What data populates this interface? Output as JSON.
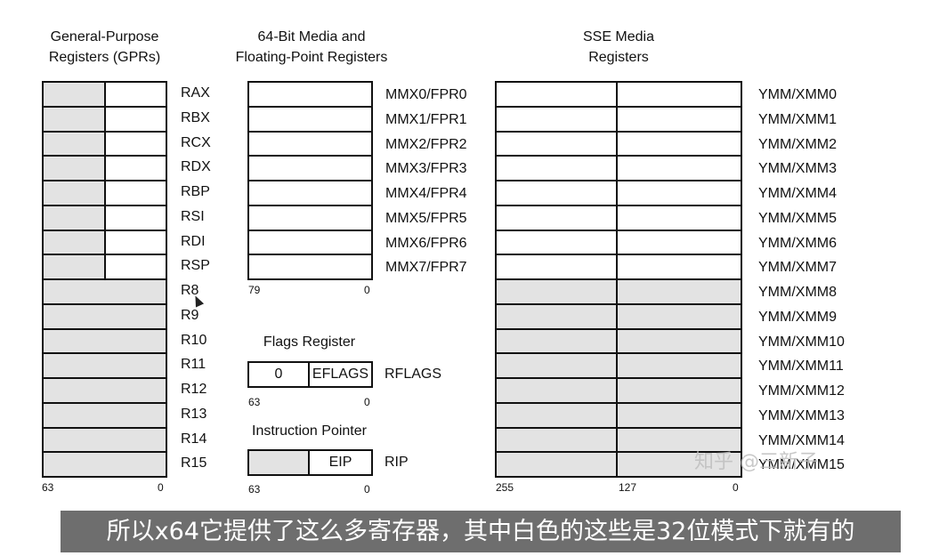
{
  "gpr": {
    "title_line1": "General-Purpose",
    "title_line2": "Registers (GPRs)",
    "registers": [
      "RAX",
      "RBX",
      "RCX",
      "RDX",
      "RBP",
      "RSI",
      "RDI",
      "RSP",
      "R8",
      "R9",
      "R10",
      "R11",
      "R12",
      "R13",
      "R14",
      "R15"
    ],
    "split_rows": 8,
    "tick_left": "63",
    "tick_right": "0"
  },
  "mmx": {
    "title_line1": "64-Bit Media and",
    "title_line2": "Floating-Point Registers",
    "registers": [
      "MMX0/FPR0",
      "MMX1/FPR1",
      "MMX2/FPR2",
      "MMX3/FPR3",
      "MMX4/FPR4",
      "MMX5/FPR5",
      "MMX6/FPR6",
      "MMX7/FPR7"
    ],
    "tick_left": "79",
    "tick_right": "0"
  },
  "flags": {
    "title": "Flags Register",
    "upper_value": "0",
    "lower_label": "EFLAGS",
    "register": "RFLAGS",
    "tick_left": "63",
    "tick_right": "0"
  },
  "ip": {
    "title": "Instruction Pointer",
    "lower_label": "EIP",
    "register": "RIP",
    "tick_left": "63",
    "tick_right": "0"
  },
  "sse": {
    "title_line1": "SSE Media",
    "title_line2": "Registers",
    "registers": [
      "YMM/XMM0",
      "YMM/XMM1",
      "YMM/XMM2",
      "YMM/XMM3",
      "YMM/XMM4",
      "YMM/XMM5",
      "YMM/XMM6",
      "YMM/XMM7",
      "YMM/XMM8",
      "YMM/XMM9",
      "YMM/XMM10",
      "YMM/XMM11",
      "YMM/XMM12",
      "YMM/XMM13",
      "YMM/XMM14",
      "YMM/XMM15"
    ],
    "white_rows": 8,
    "tick_left": "255",
    "tick_mid": "127",
    "tick_right": "0"
  },
  "subtitle": "所以x64它提供了这么多寄存器，其中白色的这些是32位模式下就有的",
  "watermark": "知乎 @三新子",
  "colors": {
    "gray": "#e3e3e3",
    "white": "#ffffff",
    "border": "#111111",
    "subtitle_bg": "#6e6e6e"
  }
}
